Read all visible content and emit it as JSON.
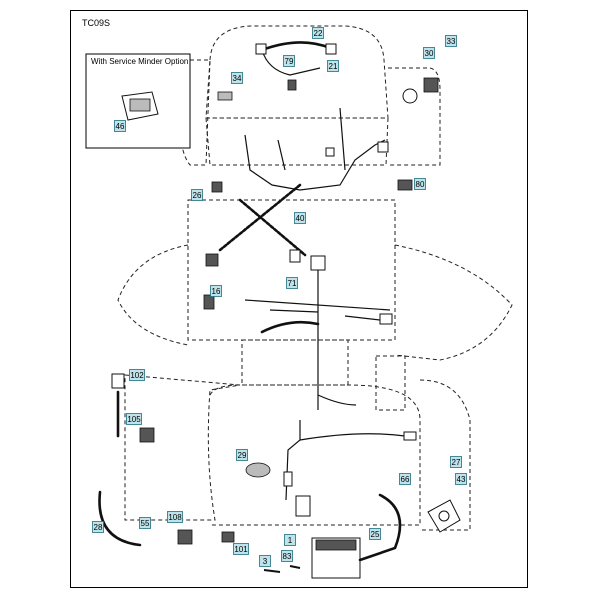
{
  "diagram_code": "TC09S",
  "inset": {
    "title": "With Service Minder Option",
    "part": "46"
  },
  "callouts": [
    "22",
    "79",
    "21",
    "34",
    "30",
    "33",
    "80",
    "26",
    "40",
    "71",
    "16",
    "102",
    "105",
    "29",
    "27",
    "66",
    "43",
    "28",
    "55",
    "108",
    "101",
    "1",
    "25",
    "3",
    "83"
  ]
}
